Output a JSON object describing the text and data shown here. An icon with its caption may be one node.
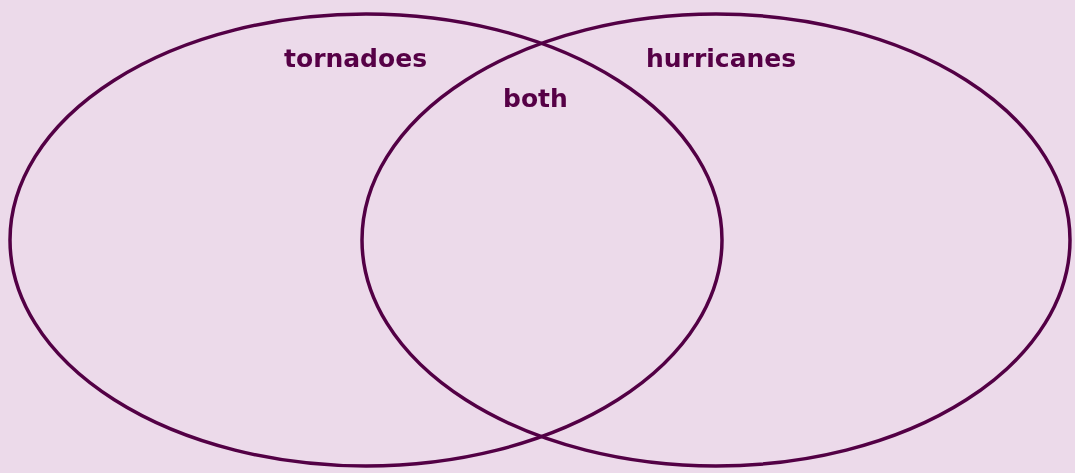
{
  "diagram": {
    "nodes": [
      {
        "text": [
          "tornadoes"
        ]
      },
      {
        "text": [
          "hurricanes"
        ]
      }
    ],
    "labels": [
      "both"
    ]
  }
}
